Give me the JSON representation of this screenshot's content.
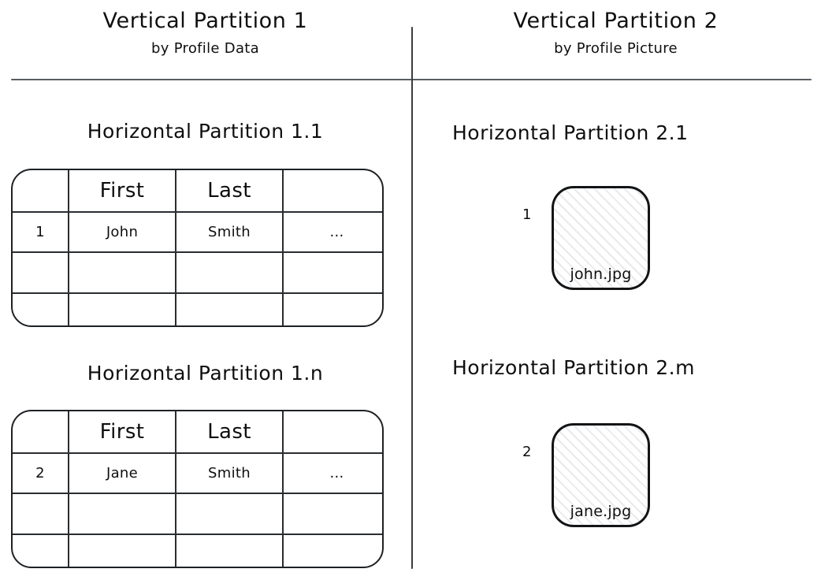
{
  "diagram": {
    "background_color": "#ffffff",
    "ink_color": "#0f0f0f",
    "divider_color": "#5a5e61"
  },
  "vertical_partitions": [
    {
      "title": "Vertical Partition 1",
      "subtitle": "by Profile Data"
    },
    {
      "title": "Vertical Partition 2",
      "subtitle": "by Profile Picture"
    }
  ],
  "horizontal_partitions": {
    "p1_1": {
      "heading": "Horizontal Partition 1.1"
    },
    "p1_n": {
      "heading": "Horizontal Partition 1.n"
    },
    "p2_1": {
      "heading": "Horizontal Partition 2.1"
    },
    "p2_m": {
      "heading": "Horizontal Partition 2.m"
    }
  },
  "tables": {
    "table_1_1": {
      "headers": [
        "",
        "First",
        "Last",
        ""
      ],
      "rows": [
        [
          "1",
          "John",
          "Smith",
          "..."
        ],
        [
          "",
          "",
          "",
          ""
        ],
        [
          "",
          "",
          "",
          ""
        ]
      ]
    },
    "table_1_n": {
      "headers": [
        "",
        "First",
        "Last",
        ""
      ],
      "rows": [
        [
          "2",
          "Jane",
          "Smith",
          "..."
        ],
        [
          "",
          "",
          "",
          ""
        ],
        [
          "",
          "",
          "",
          ""
        ]
      ]
    }
  },
  "pictures": {
    "pic_2_1": {
      "index": "1",
      "filename": "john.jpg"
    },
    "pic_2_m": {
      "index": "2",
      "filename": "jane.jpg"
    }
  }
}
